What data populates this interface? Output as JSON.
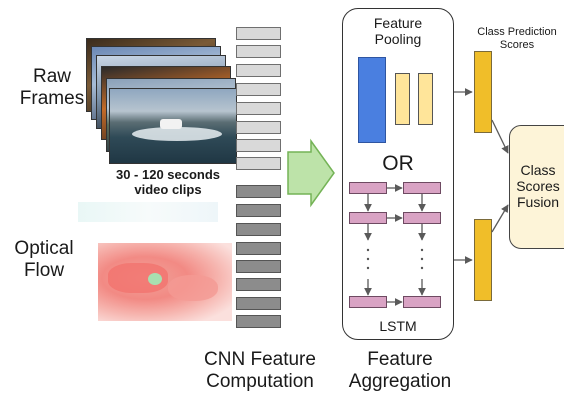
{
  "labels": {
    "raw_frames": "Raw\nFrames",
    "clips": "30 - 120 seconds\nvideo clips",
    "optical_flow": "Optical\nFlow",
    "cnn_stage": "CNN Feature\nComputation",
    "feature_pooling": "Feature\nPooling",
    "or": "OR",
    "lstm": "LSTM",
    "aggregation_stage": "Feature\nAggregation",
    "class_prediction": "Class Prediction\nScores",
    "fusion": "Class\nScores\nFusion"
  },
  "colors": {
    "pool_blue": "#4a7fe0",
    "pool_yellow": "#ffe59a",
    "score_gold": "#f0be29",
    "fusion_fill": "#fdf4d8",
    "lstm_cell": "#d9a3c4",
    "big_arrow": "#bde3a9"
  }
}
